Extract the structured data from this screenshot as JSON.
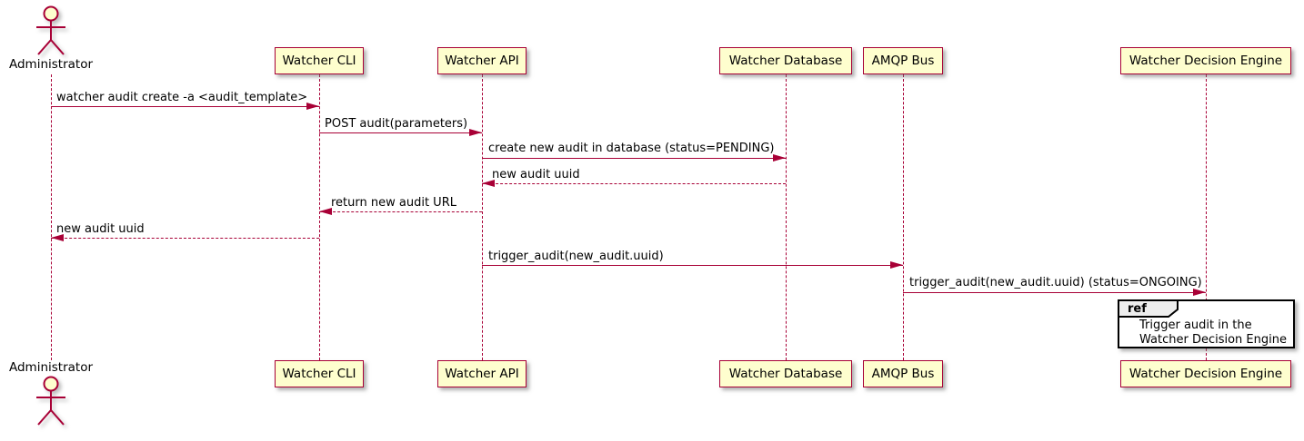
{
  "diagram": {
    "type": "sequence",
    "colors": {
      "background": "#FFFFFF",
      "participant_fill": "#FEFECE",
      "participant_border": "#A80036",
      "line": "#A80036",
      "text": "#000000",
      "ref_tab_fill": "#EEEEEE",
      "ref_border": "#000000"
    },
    "actor": {
      "label": "Administrator"
    },
    "participants": [
      {
        "label": "Watcher CLI"
      },
      {
        "label": "Watcher API"
      },
      {
        "label": "Watcher Database"
      },
      {
        "label": "AMQP Bus"
      },
      {
        "label": "Watcher Decision Engine"
      }
    ],
    "messages": [
      {
        "from": "Administrator",
        "to": "Watcher CLI",
        "label": "watcher audit create -a <audit_template>",
        "style": "solid"
      },
      {
        "from": "Watcher CLI",
        "to": "Watcher API",
        "label": "POST audit(parameters)",
        "style": "solid"
      },
      {
        "from": "Watcher API",
        "to": "Watcher Database",
        "label": "create new audit in database (status=PENDING)",
        "style": "solid"
      },
      {
        "from": "Watcher Database",
        "to": "Watcher API",
        "label": "new audit uuid",
        "style": "dashed"
      },
      {
        "from": "Watcher API",
        "to": "Watcher CLI",
        "label": "return new audit URL",
        "style": "dashed"
      },
      {
        "from": "Watcher CLI",
        "to": "Administrator",
        "label": "new audit uuid",
        "style": "dashed"
      },
      {
        "from": "Watcher API",
        "to": "AMQP Bus",
        "label": "trigger_audit(new_audit.uuid)",
        "style": "solid"
      },
      {
        "from": "AMQP Bus",
        "to": "Watcher Decision Engine",
        "label": "trigger_audit(new_audit.uuid) (status=ONGOING)",
        "style": "solid"
      }
    ],
    "ref": {
      "keyword": "ref",
      "lines": [
        "Trigger audit in the",
        "Watcher Decision Engine"
      ]
    }
  }
}
